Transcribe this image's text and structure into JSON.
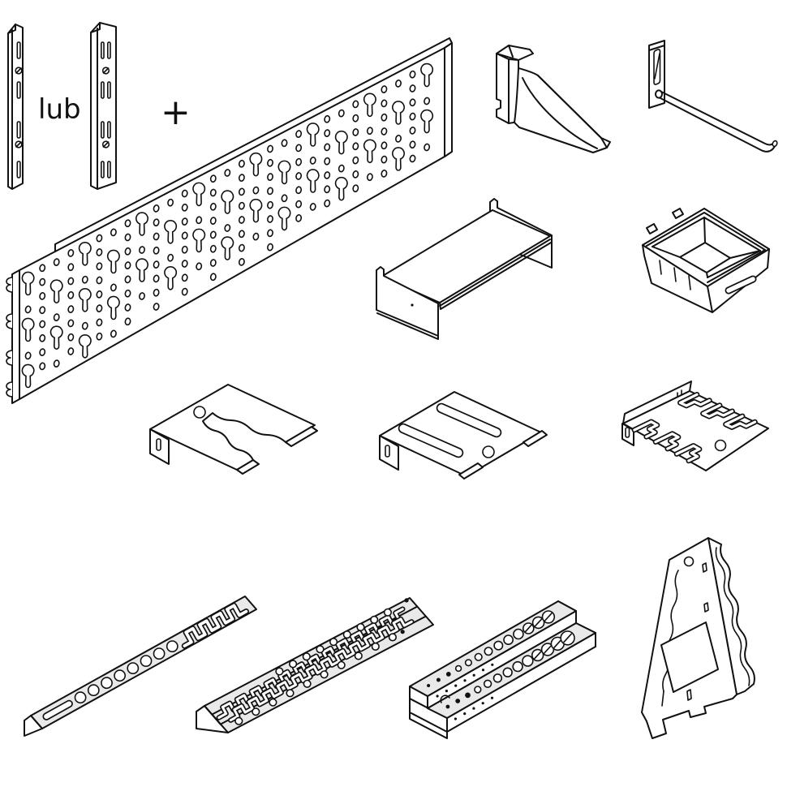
{
  "labels": {
    "or": "lub",
    "plus": "+"
  },
  "colors": {
    "line": "#111111",
    "background": "#ffffff",
    "gray": "#e9e9e9"
  },
  "parts": [
    {
      "name": "wall-rail-single-slot",
      "slots": 4,
      "screw_holes": 2
    },
    {
      "name": "wall-rail-double-slot",
      "slots": 8,
      "screw_holes": 2
    },
    {
      "name": "perforated-back-panel",
      "hole_types": [
        "keyhole-slot",
        "round-hole"
      ],
      "edge_clips": 4
    },
    {
      "name": "shelf-bracket"
    },
    {
      "name": "single-peg-hook"
    },
    {
      "name": "metal-shelf-tray"
    },
    {
      "name": "storage-bin"
    },
    {
      "name": "pliers-holder-wavy-slot",
      "round_holes": 1
    },
    {
      "name": "double-slot-tool-holder",
      "slots": 2,
      "round_holes": 1
    },
    {
      "name": "wrench-comb-holder",
      "hook_slots": 6,
      "round_holes": 1
    },
    {
      "name": "long-tool-strip-with-holes",
      "round_holes": 8,
      "oblong_slots": 1
    },
    {
      "name": "double-comb-tool-strip",
      "comb_rows": 2
    },
    {
      "name": "drill-bit-holder-block",
      "hole_rows": 2,
      "holes_per_row": 13
    },
    {
      "name": "wrench-holder-stand",
      "round_holes": 1,
      "rect_cutouts": 3
    }
  ],
  "pegboard": {
    "keyhole_columns": 15,
    "circle_columns": 14,
    "edge_clips": 4
  }
}
